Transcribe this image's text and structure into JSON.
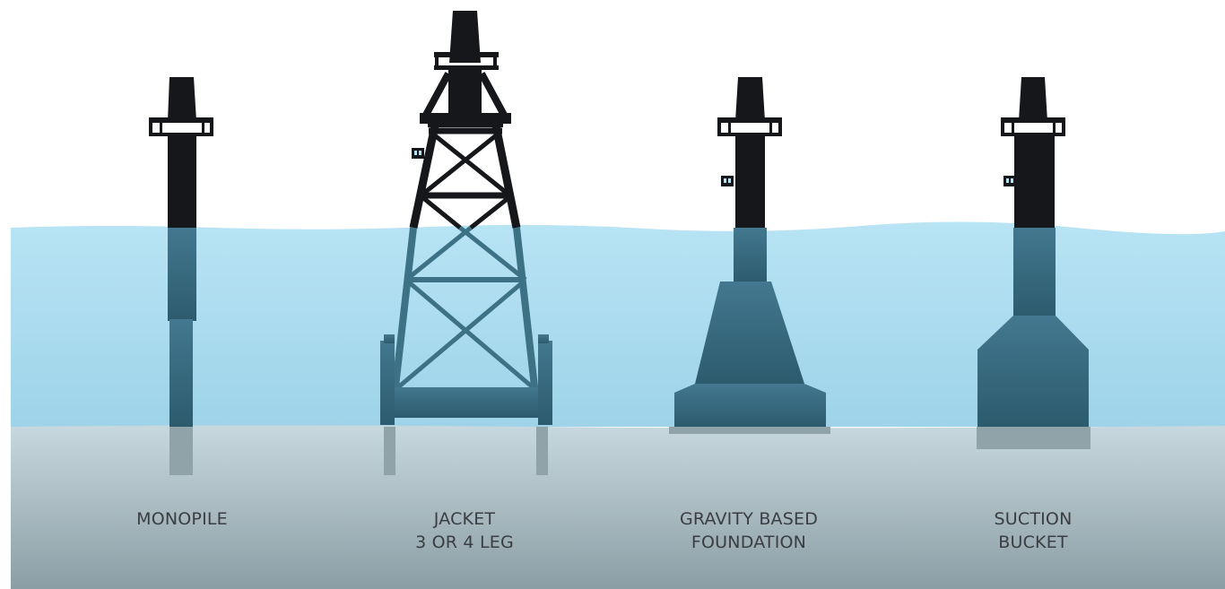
{
  "foundations": [
    {
      "id": "monopile",
      "lines": [
        "MONOPILE",
        ""
      ]
    },
    {
      "id": "jacket",
      "lines": [
        "JACKET",
        "3 OR 4 LEG"
      ]
    },
    {
      "id": "gravity-based-foundation",
      "lines": [
        "GRAVITY BASED",
        "FOUNDATION"
      ]
    },
    {
      "id": "suction-bucket",
      "lines": [
        "SUCTION",
        "BUCKET"
      ]
    }
  ],
  "colors": {
    "water_top": "#b6e3f3",
    "water_bottom": "#9fd4ea",
    "seabed_top": "#c4d6dc",
    "seabed_bottom": "#8d9fa6",
    "tower": "#16171a",
    "submerged": "#3d7185",
    "buried": "#8fa3a8",
    "label_text": "#3a3d42"
  }
}
